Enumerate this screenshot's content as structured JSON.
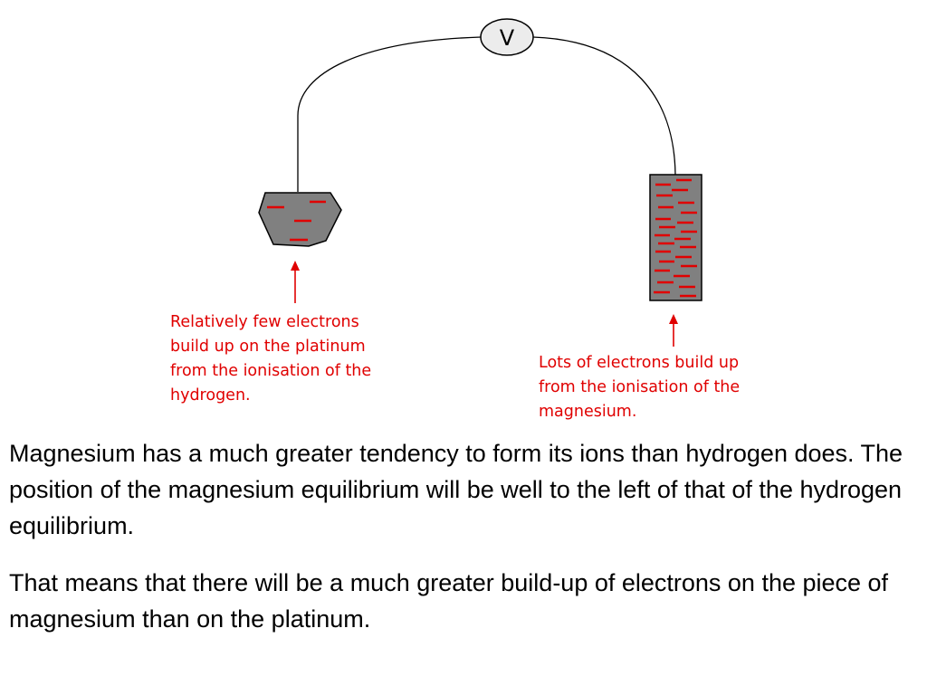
{
  "diagram": {
    "voltmeter_symbol": "V",
    "platinum_label_lines": [
      "Relatively few electrons",
      "build up on the platinum",
      "from the ionisation of the",
      "hydrogen."
    ],
    "magnesium_label_lines": [
      "Lots of electrons build up",
      "from the ionisation of the",
      "magnesium."
    ],
    "colors": {
      "label": "#e00000",
      "electron": "#e00000",
      "metal": "#808080",
      "wire": "#000000"
    }
  },
  "text": {
    "paragraph_1": "Magnesium has a much greater tendency to form its ions than hydrogen does. The position of the magnesium equilibrium will be well to the left of that of the hydrogen equilibrium.",
    "paragraph_2": "That means that there will be a much greater build-up of electrons on the piece of magnesium than on the platinum."
  }
}
